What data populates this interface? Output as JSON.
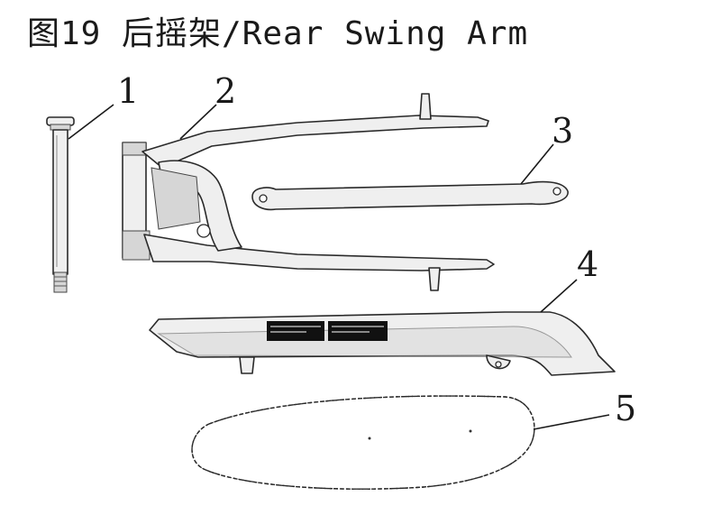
{
  "title": "图19 后摇架/Rear Swing Arm",
  "callouts": [
    {
      "n": "1",
      "part": "pivot-bolt"
    },
    {
      "n": "2",
      "part": "rear-swing-arm"
    },
    {
      "n": "3",
      "part": "torque-link"
    },
    {
      "n": "4",
      "part": "chain-guard"
    },
    {
      "n": "5",
      "part": "drive-chain"
    }
  ]
}
